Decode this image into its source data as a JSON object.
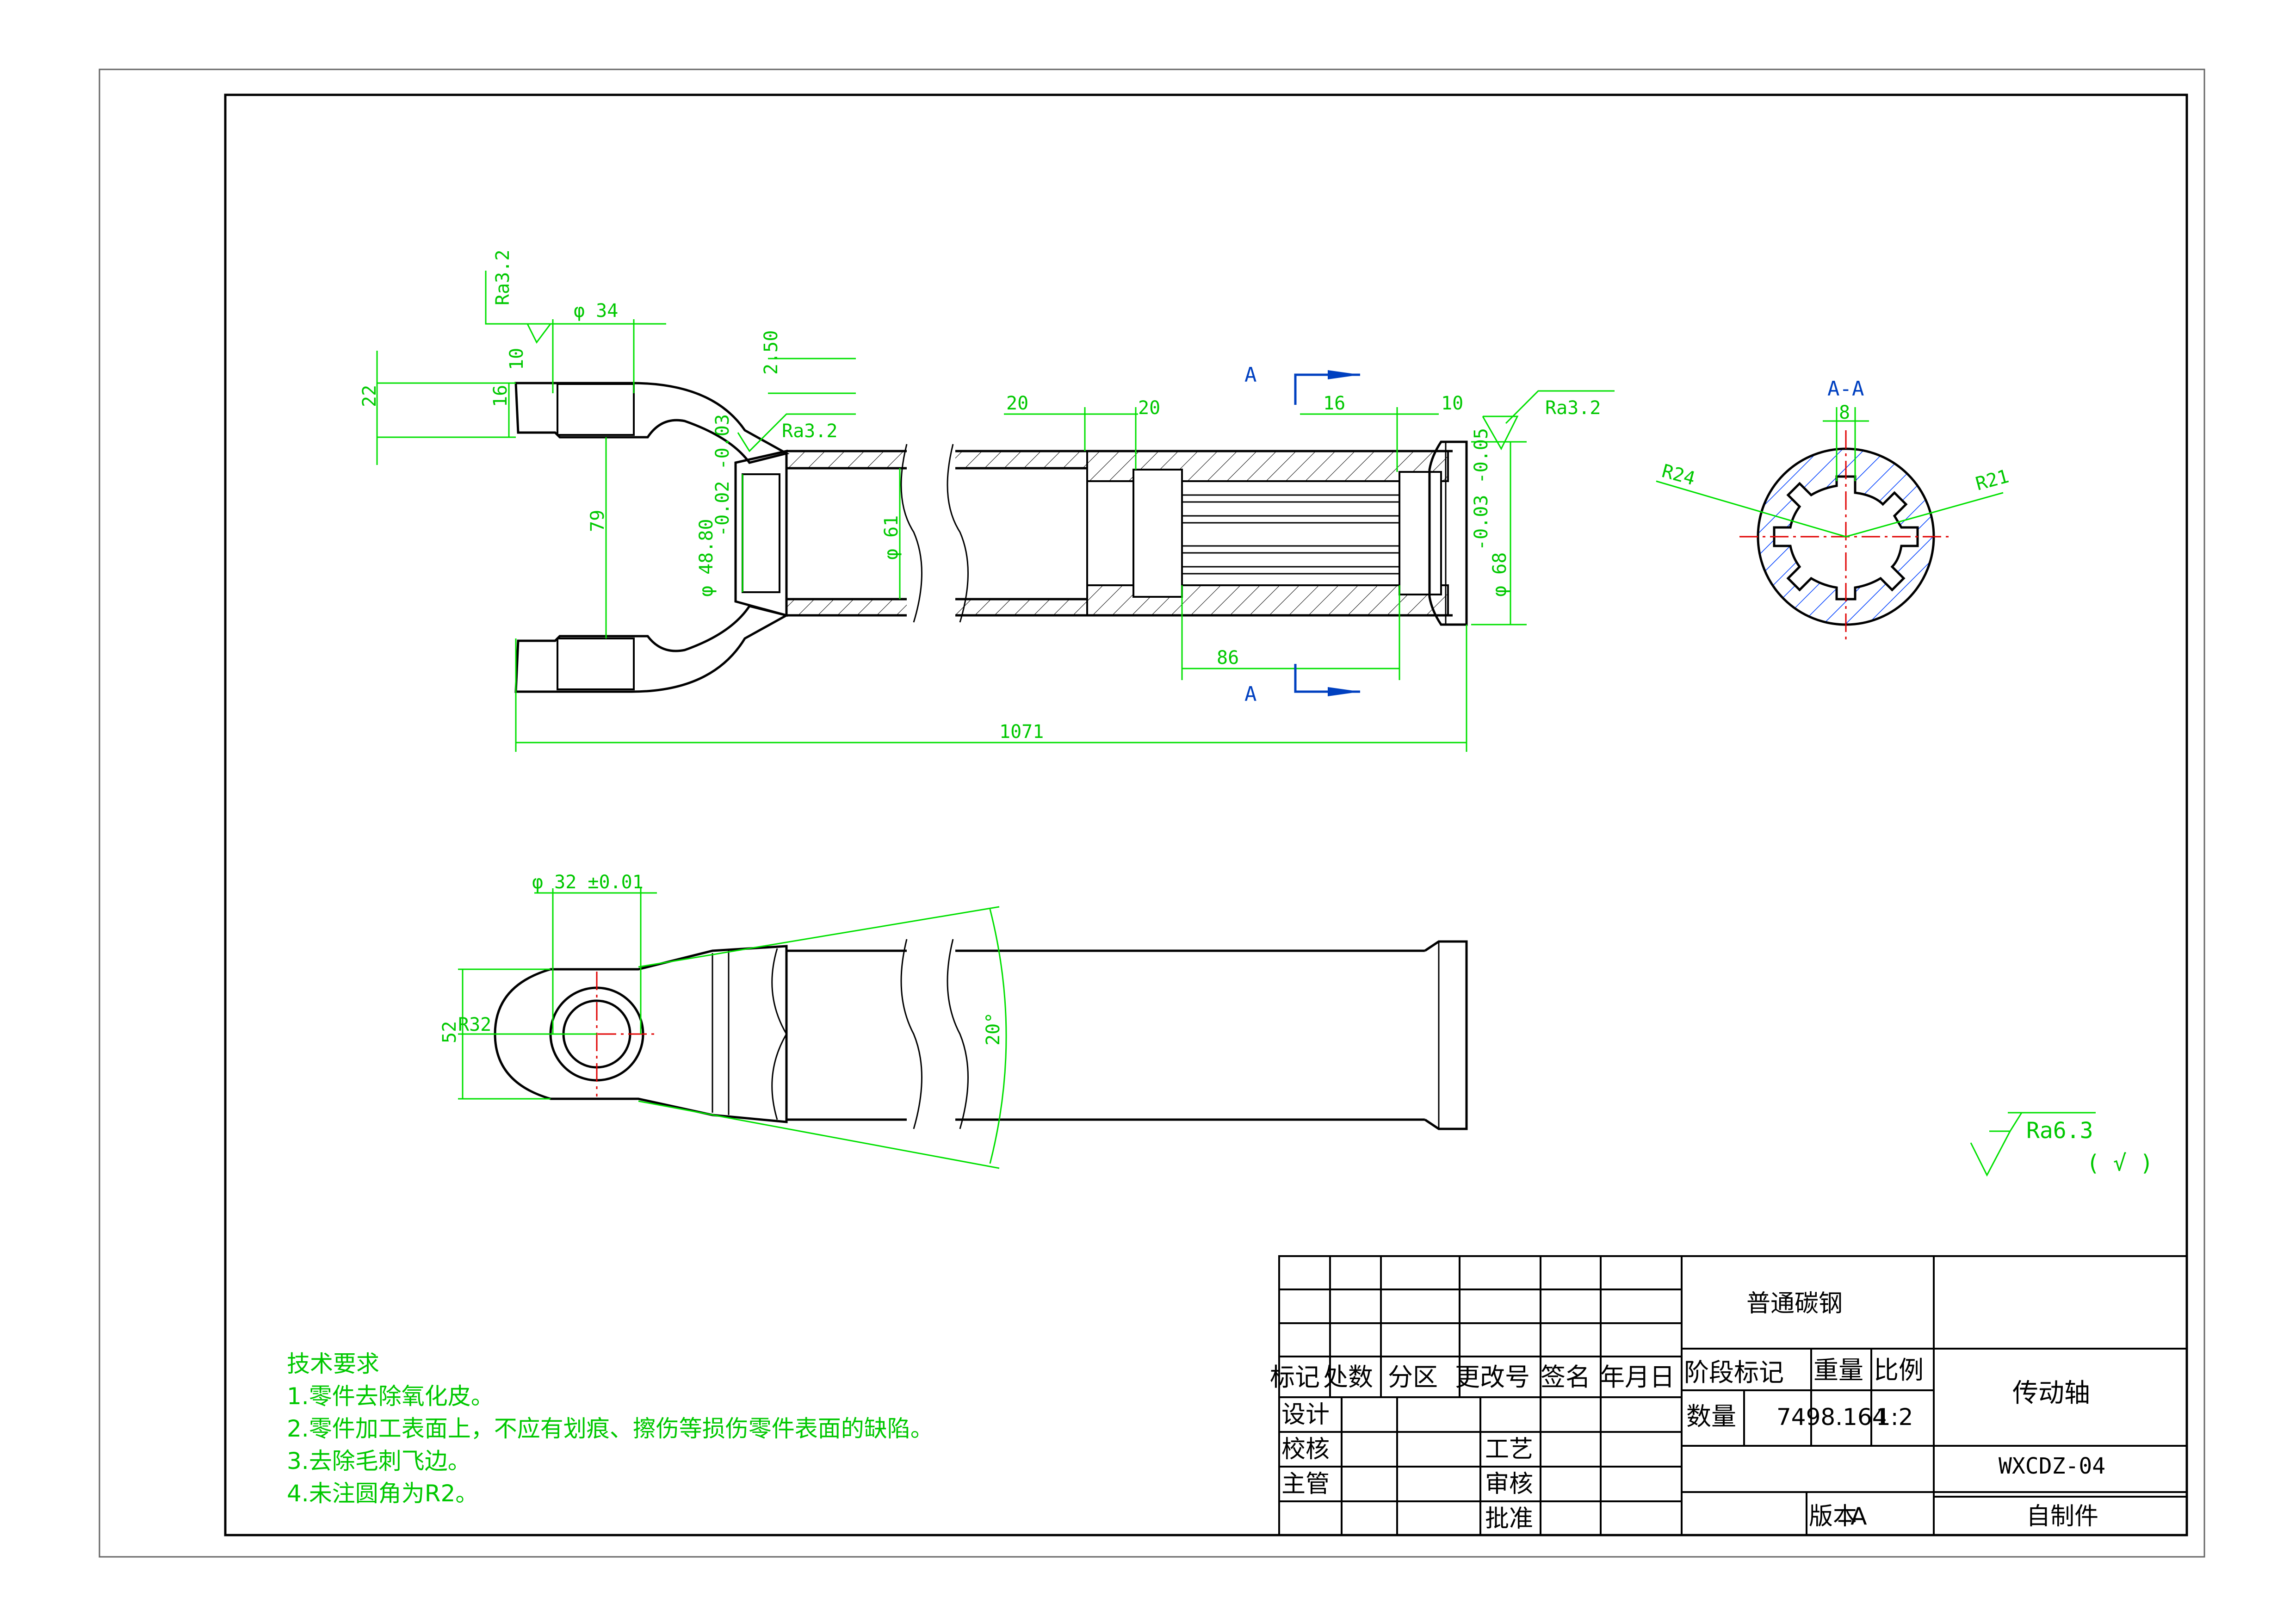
{
  "views": {
    "top_section": {
      "roughness": [
        "Ra3.2",
        "Ra3.2",
        "Ra3.2"
      ],
      "dims": {
        "d34": "φ 34",
        "w50": "2.50",
        "h22": "22",
        "h16": "16",
        "h10": "10",
        "gap79": "79",
        "tol_bore": "-0.02 -0.03",
        "d48": "φ 48.80",
        "d61": "φ 61",
        "l20a": "20",
        "l20b": "20",
        "l16": "16",
        "l10": "10",
        "tol_end": "-0.03 -0.05",
        "d68": "φ 68",
        "l86": "86",
        "l1071": "1071"
      },
      "section_mark": "A"
    },
    "section_aa": {
      "title": "A-A",
      "dims": {
        "w8": "8",
        "r24": "R24",
        "r21": "R21"
      }
    },
    "bottom_view": {
      "dims": {
        "d32": "φ 32 ±0.01",
        "h52": "52",
        "r32": "R32",
        "angle": "20°"
      }
    },
    "general_roughness": {
      "label": "Ra6.3",
      "note": "( √ )"
    }
  },
  "tech_notes": {
    "title": "技术要求",
    "items": [
      "1.零件去除氧化皮。",
      "2.零件加工表面上，不应有划痕、擦伤等损伤零件表面的缺陷。",
      "3.去除毛刺飞边。",
      "4.未注圆角为R2。"
    ]
  },
  "title_block": {
    "material": "普通碳钢",
    "header_row": [
      "标记",
      "处数",
      "分区",
      "更改号",
      "签名",
      "年月日"
    ],
    "roles_left": [
      "设计",
      "校核",
      "主管"
    ],
    "roles_mid": [
      "工艺",
      "审核",
      "批准"
    ],
    "stage_label": "阶段标记",
    "weight_label": "重量",
    "scale_label": "比例",
    "qty_label": "数量",
    "weight_value": "7498.164",
    "scale_value": "1:2",
    "part_name": "传动轴",
    "drawing_no": "WXCDZ-04",
    "version_label": "版本",
    "version_value": "A",
    "source": "自制件"
  }
}
